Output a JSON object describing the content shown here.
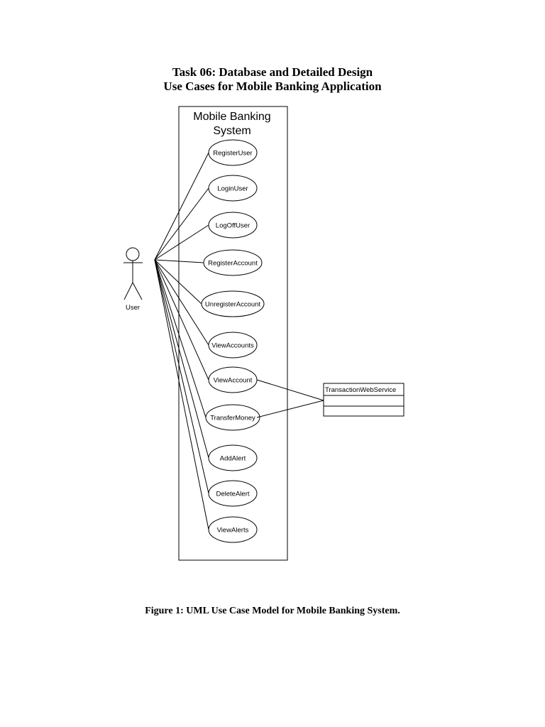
{
  "header": {
    "title_line1": "Task 06: Database and Detailed Design",
    "title_line2": "Use Cases for Mobile Banking Application"
  },
  "diagram": {
    "system": {
      "name_line1": "Mobile Banking",
      "name_line2": "System"
    },
    "actor": {
      "name": "User"
    },
    "use_cases": [
      {
        "label": "RegisterUser"
      },
      {
        "label": "LoginUser"
      },
      {
        "label": "LogOffUser"
      },
      {
        "label": "RegisterAccount"
      },
      {
        "label": "UnregisterAccount"
      },
      {
        "label": "ViewAccounts"
      },
      {
        "label": "ViewAccount"
      },
      {
        "label": "TransferMoney"
      },
      {
        "label": "AddAlert"
      },
      {
        "label": "DeleteAlert"
      },
      {
        "label": "ViewAlerts"
      }
    ],
    "external_class": {
      "name": "TransactionWebService"
    }
  },
  "footer": {
    "caption": "Figure 1: UML Use Case Model for Mobile Banking System."
  }
}
